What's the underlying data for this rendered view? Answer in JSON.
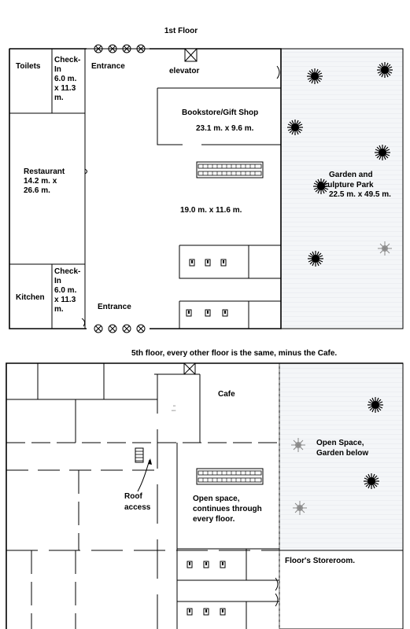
{
  "floor1": {
    "title": "1st Floor",
    "toilets": "Toilets",
    "checkin_top": [
      "Check-",
      "In",
      "6.0 m.",
      "x 11.3",
      "m."
    ],
    "entrance_top": "Entrance",
    "elevator": "elevator",
    "bookstore": [
      "Bookstore/Gift Shop",
      "23.1 m. x 9.6 m."
    ],
    "restaurant": [
      "Restaurant",
      "14.2 m. x",
      "26.6 m."
    ],
    "hall_dims": "19.0 m. x 11.6 m.",
    "garden": [
      "Garden and",
      "Sculpture Park",
      "22.5 m. x 49.5 m."
    ],
    "checkin_bottom": [
      "Check-",
      "In",
      "6.0 m.",
      "x 11.3",
      "m."
    ],
    "kitchen": "Kitchen",
    "entrance_bottom": "Entrance"
  },
  "floor5": {
    "title": "5th floor, every other floor is the same, minus the Cafe.",
    "cafe": "Cafe",
    "open_garden": [
      "Open Space,",
      "Garden below"
    ],
    "roof_access": [
      "Roof",
      "access"
    ],
    "open_space": [
      "Open space,",
      "continues through",
      "every floor."
    ],
    "storeroom": "Floor's Storeroom."
  }
}
